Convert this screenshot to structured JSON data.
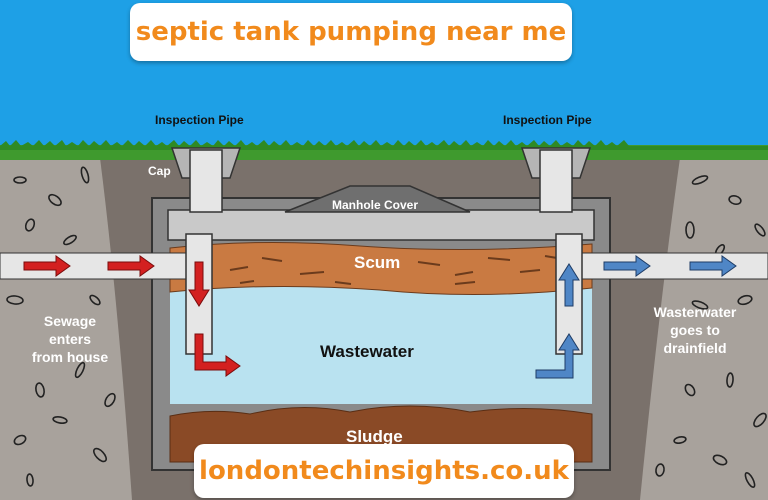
{
  "banner_top": "septic tank pumping near me",
  "banner_bottom": "londontechinsights.co.uk",
  "labels": {
    "inspection_pipe_left": "Inspection Pipe",
    "inspection_pipe_right": "Inspection Pipe",
    "cap": "Cap",
    "manhole_cover": "Manhole Cover",
    "scum": "Scum",
    "wastewater": "Wastewater",
    "sludge": "Sludge",
    "sewage_enters": [
      "Sewage",
      "enters",
      "from house"
    ],
    "wastewater_goes": [
      "Wasterwater",
      "goes to",
      "drainfield"
    ]
  },
  "colors": {
    "sky": "#1ea0e6",
    "grass": "#3f9a2e",
    "soil": "#7a716b",
    "gravel": "#a8a29c",
    "tank_wall": "#888888",
    "pipe": "#e6e6e6",
    "scum": "#c97a42",
    "wastewater": "#b9e2f0",
    "sludge": "#8a4a26",
    "inflow_arrow": "#d32020",
    "outflow_arrow": "#4f86c6",
    "banner_text": "#f18a1c"
  }
}
